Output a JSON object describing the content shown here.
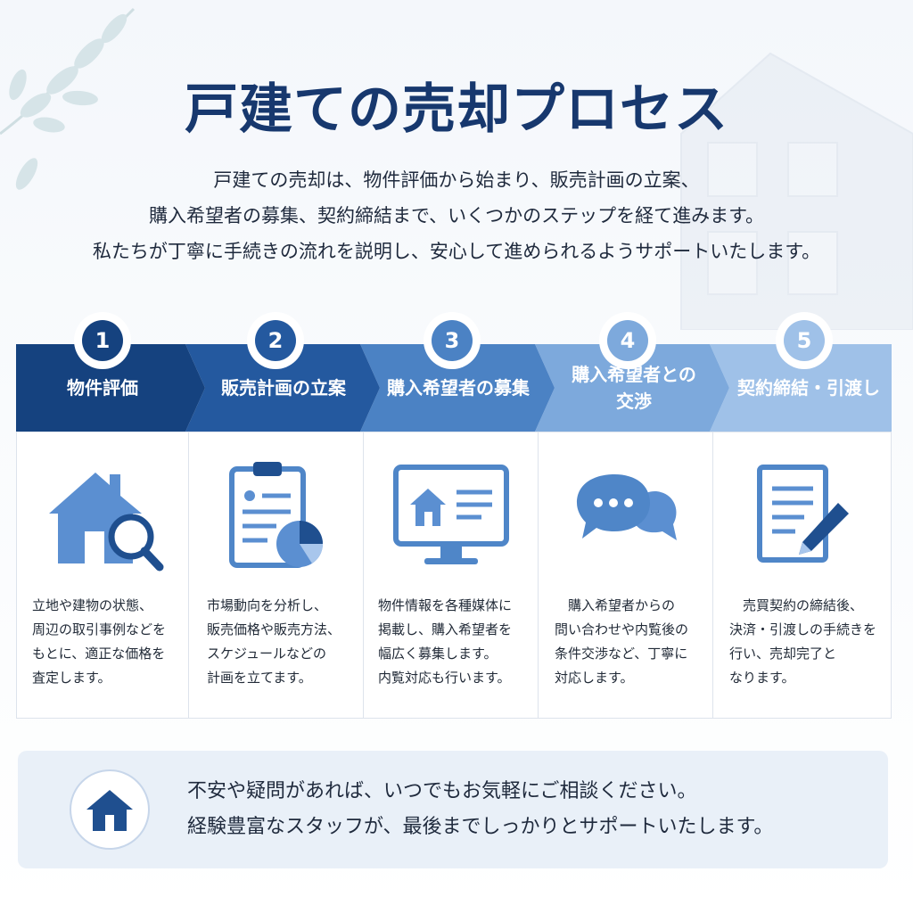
{
  "title": "戸建ての売却プロセス",
  "intro": {
    "line1": "戸建ての売却は、物件評価から始まり、販売計画の立案、",
    "line2": "購入希望者の募集、契約締結まで、いくつかのステップを経て進みます。",
    "line3": "私たちが丁寧に手続きの流れを説明し、安心して進められるようサポートいたします。"
  },
  "colors": {
    "step1": "#15427f",
    "step2": "#24599f",
    "step3": "#4b82c4",
    "step4": "#7da9dc",
    "step5": "#9fc1e8",
    "icon": "#5b8fd1"
  },
  "steps": [
    {
      "number": "1",
      "label": "物件評価",
      "icon": "house-search-icon",
      "desc": [
        "立地や建物の状態、",
        "周辺の取引事例などを",
        "もとに、適正な価格を",
        "査定します。"
      ]
    },
    {
      "number": "2",
      "label": "販売計画の立案",
      "icon": "clipboard-chart-icon",
      "desc": [
        "市場動向を分析し、",
        "販売価格や販売方法、",
        "スケジュールなどの",
        "計画を立てます。"
      ]
    },
    {
      "number": "3",
      "label": "購入希望者の募集",
      "icon": "monitor-listing-icon",
      "desc": [
        "物件情報を各種媒体に",
        "掲載し、購入希望者を",
        "幅広く募集します。",
        "内覧対応も行います。"
      ]
    },
    {
      "number": "4",
      "label": "購入希望者との交渉",
      "label_lines": [
        "購入希望者との",
        "交渉"
      ],
      "icon": "chat-bubbles-icon",
      "desc": [
        "　購入希望者からの",
        "問い合わせや内覧後の",
        "条件交渉など、丁寧に",
        "対応します。"
      ]
    },
    {
      "number": "5",
      "label": "契約締結・引渡し",
      "icon": "document-pen-icon",
      "desc": [
        "　売買契約の締結後、",
        "決済・引渡しの手続きを",
        "行い、売却完了と",
        "なります。"
      ]
    }
  ],
  "footer": {
    "icon": "house-icon",
    "line1": "不安や疑問があれば、いつでもお気軽にご相談ください。",
    "line2": "経験豊富なスタッフが、最後までしっかりとサポートいたします。"
  }
}
